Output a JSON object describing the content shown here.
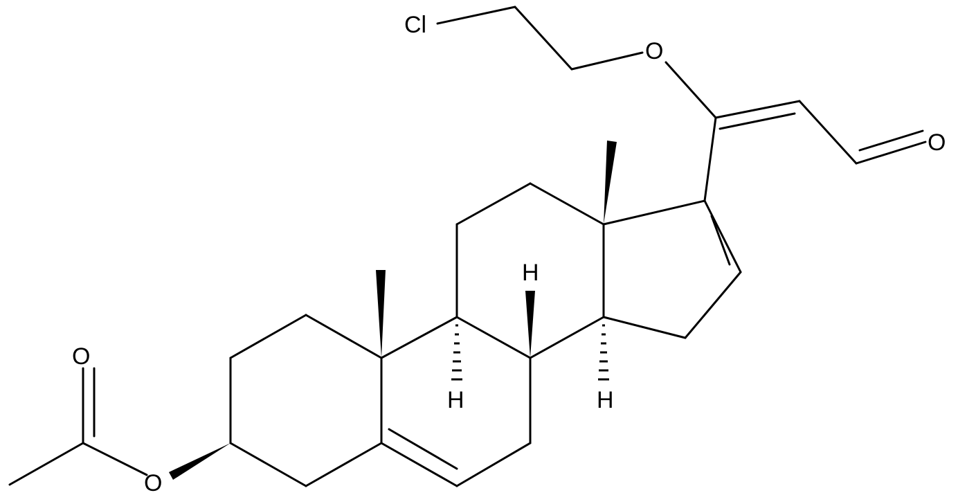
{
  "molecule": {
    "labels": {
      "chlorine": "Cl",
      "ether_oxygen": "O",
      "aldehyde_oxygen": "O",
      "acetate_carbonyl_oxygen": "O",
      "acetate_ester_oxygen": "O",
      "h_c9": "H",
      "h_c8": "H",
      "h_c14": "H"
    },
    "colors": {
      "bond": "#000000",
      "background": "#ffffff"
    }
  }
}
